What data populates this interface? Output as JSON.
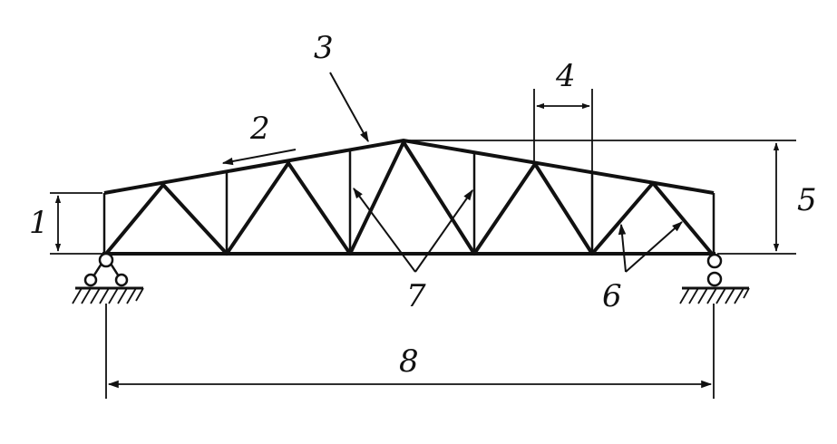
{
  "colors": {
    "line": "#111111",
    "background": "#ffffff"
  },
  "labels": {
    "l1": "1",
    "l2": "2",
    "l3": "3",
    "l4": "4",
    "l5": "5",
    "l6": "6",
    "l7": "7",
    "l8": "8"
  }
}
